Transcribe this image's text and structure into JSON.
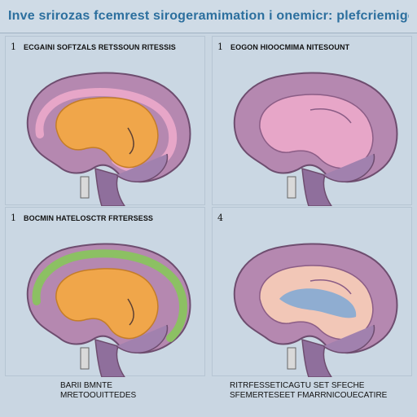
{
  "header": {
    "title": "Inve srirozas fcemrest sirogeramimation i onemicr: plefcriemige"
  },
  "panels": [
    {
      "num": "1",
      "label": "ECGAINI SOFTZALS RETSSOUN RITESSIS"
    },
    {
      "num": "1",
      "label": "EOGON HIOOCMIMA NITESOUNT"
    },
    {
      "num": "1",
      "label": "BOCMIN HATELOSCTR FRTERSESS"
    },
    {
      "num": "4",
      "label": ""
    }
  ],
  "captions": {
    "left": [
      "BARII BMNTE",
      "MRETOOUITTEDES"
    ],
    "right": [
      "RITRFESSETICAGTU SET SFECHE",
      "SFEMERTESEET FMARRNICOUECATIRE"
    ]
  },
  "colors": {
    "brain_outer": "#b588b0",
    "brain_inner": "#e7a6c8",
    "stem": "#8f6f9c",
    "highlight_orange": "#f0a64a",
    "highlight_green": "#8cc063",
    "highlight_blue": "#7ea8d6"
  }
}
